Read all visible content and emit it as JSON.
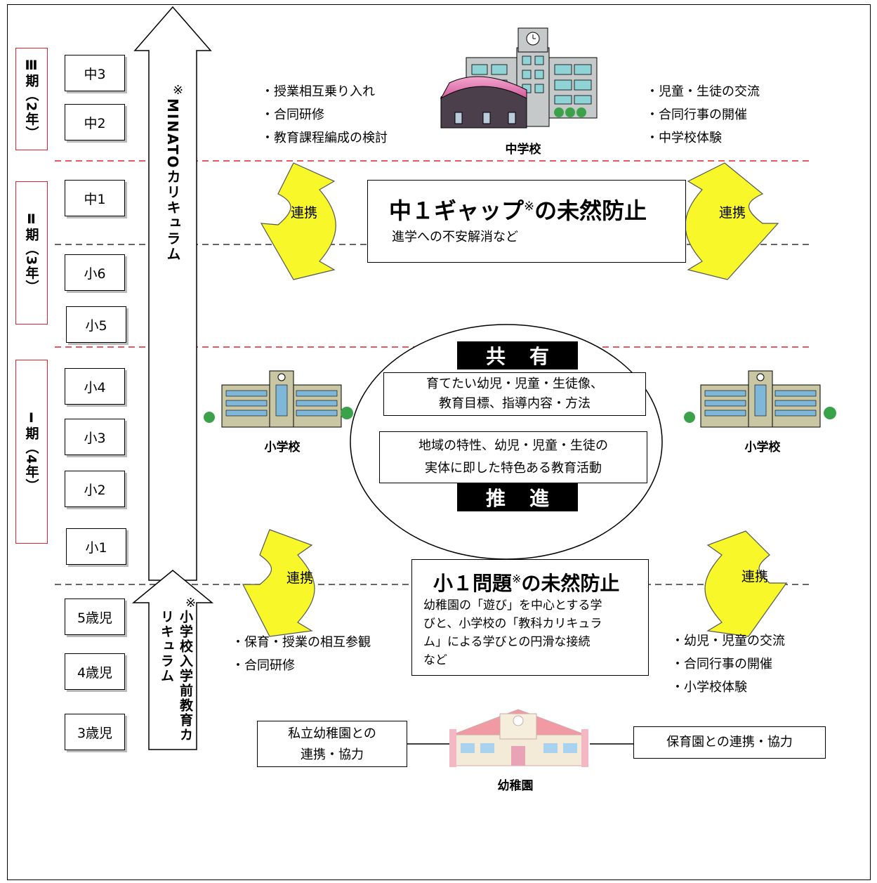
{
  "periods": [
    {
      "label": "Ⅲ期（2年）"
    },
    {
      "label": "Ⅱ期（3年）"
    },
    {
      "label": "Ⅰ期（4年）"
    }
  ],
  "grades": [
    "中3",
    "中2",
    "中1",
    "小6",
    "小5",
    "小4",
    "小3",
    "小2",
    "小1",
    "5歳児",
    "4歳児",
    "3歳児"
  ],
  "curricula": {
    "minato": {
      "mark": "※",
      "label": "MINATOカリキュラム"
    },
    "preschool": {
      "mark": "※",
      "label": "小学校入学前教育カリキュラム"
    }
  },
  "junior_high": {
    "label": "中学校",
    "left_items": [
      "授業相互乗り入れ",
      "合同研修",
      "教育課程編成の検討"
    ],
    "right_items": [
      "児童・生徒の交流",
      "合同行事の開催",
      "中学校体験"
    ]
  },
  "renkei_label": "連携",
  "gap_box": {
    "title_main": "中１ギャップ",
    "title_mark": "※",
    "title_tail": "の未然防止",
    "sub": "進学への不安解消など"
  },
  "center": {
    "share_banner": "共有",
    "share_text_1": "育てたい幼児・児童・生徒像、",
    "share_text_2": "教育目標、指導内容・方法",
    "promote_text_1": "地域の特性、幼児・児童・生徒の",
    "promote_text_2": "実体に即した特色ある教育活動",
    "promote_banner": "推進"
  },
  "elementary": {
    "label": "小学校"
  },
  "problem_box": {
    "title_main": "小１問題",
    "title_mark": "※",
    "title_tail": "の未然防止",
    "lines": [
      "幼稚園の「遊び」を中心とする学",
      "びと、小学校の「教科カリキュラ",
      "ム」による学びとの円滑な接続",
      "など"
    ]
  },
  "kindergarten": {
    "label": "幼稚園",
    "left_items": [
      "保育・授業の相互参観",
      "合同研修"
    ],
    "right_items": [
      "幼児・児童の交流",
      "合同行事の開催",
      "小学校体験"
    ],
    "private_box": [
      "私立幼稚園との",
      "連携・協力"
    ],
    "nursery_box": "保育園との連携・協力"
  },
  "colors": {
    "arrow_fill": "#f7f72a",
    "period_border": "#d9262c",
    "divider_red": "#e0202a",
    "dome": "#e27ab0"
  }
}
